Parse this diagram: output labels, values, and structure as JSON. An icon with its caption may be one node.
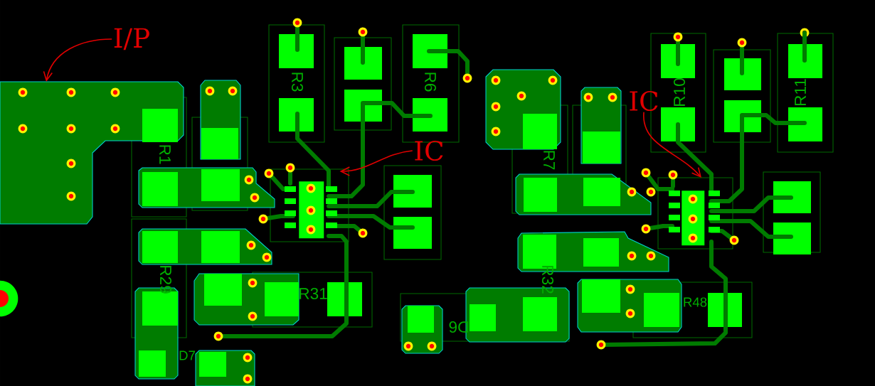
{
  "diagram": {
    "nodes": [
      {
        "text": [
          "I/P"
        ]
      },
      {
        "text": [],
        "shape": "box"
      },
      {
        "text": [
          "IC"
        ]
      },
      {
        "text": [],
        "shape": "box"
      },
      {
        "text": [
          "IC"
        ]
      },
      {
        "text": [],
        "shape": "box"
      }
    ],
    "edges": [
      {
        "from": 0,
        "to": 1,
        "arrow": "to"
      },
      {
        "from": 2,
        "to": 3,
        "arrow": "to"
      },
      {
        "from": 4,
        "to": 5,
        "arrow": "to"
      }
    ],
    "labels": [
      "R3",
      "R6",
      "R10",
      "R11",
      "R1",
      "R7",
      "R31",
      "R29",
      "R32",
      "R48",
      "D6",
      "D7"
    ]
  }
}
